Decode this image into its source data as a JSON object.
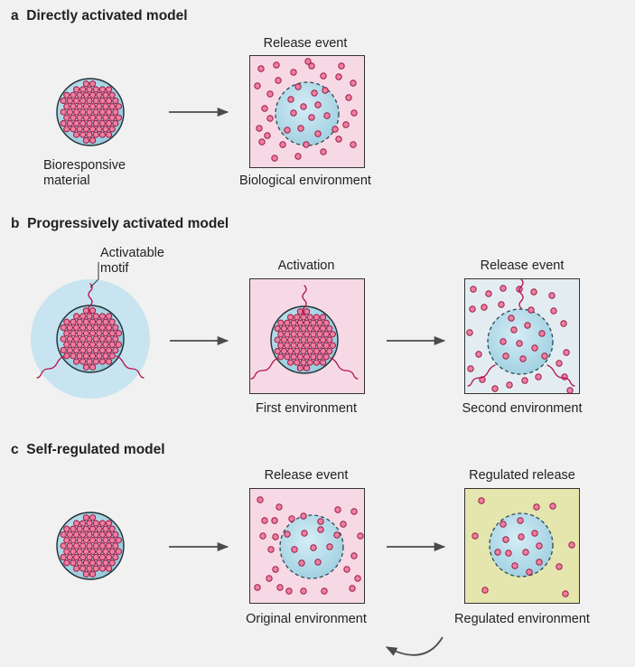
{
  "panels": {
    "a": {
      "letter": "a",
      "title": "Directly activated model",
      "material_label_line1": "Bioresponsive",
      "material_label_line2": "material",
      "box_top_label": "Release event",
      "box_bottom_label": "Biological environment"
    },
    "b": {
      "letter": "b",
      "title": "Progressively activated model",
      "motif_label_line1": "Activatable",
      "motif_label_line2": "motif",
      "box1_top_label": "Activation",
      "box1_bottom_label": "First environment",
      "box2_top_label": "Release event",
      "box2_bottom_label": "Second environment"
    },
    "c": {
      "letter": "c",
      "title": "Self-regulated model",
      "box1_top_label": "Release event",
      "box1_bottom_label": "Original environment",
      "box2_top_label": "Regulated release",
      "box2_bottom_label": "Regulated environment"
    }
  },
  "colors": {
    "background": "#f1f1f1",
    "pink_environment": "#f6d9e4",
    "light_blue_environment": "#e3edf1",
    "yellow_environment": "#e4e6ad",
    "particle_blue": "#a6d3e1",
    "halo_blue": "#c7e4f0",
    "drug_dot": "#ef7fa0",
    "drug_outline": "#9b1c47",
    "motif_line": "#b5134d",
    "arrow": "#4b4b4b"
  }
}
